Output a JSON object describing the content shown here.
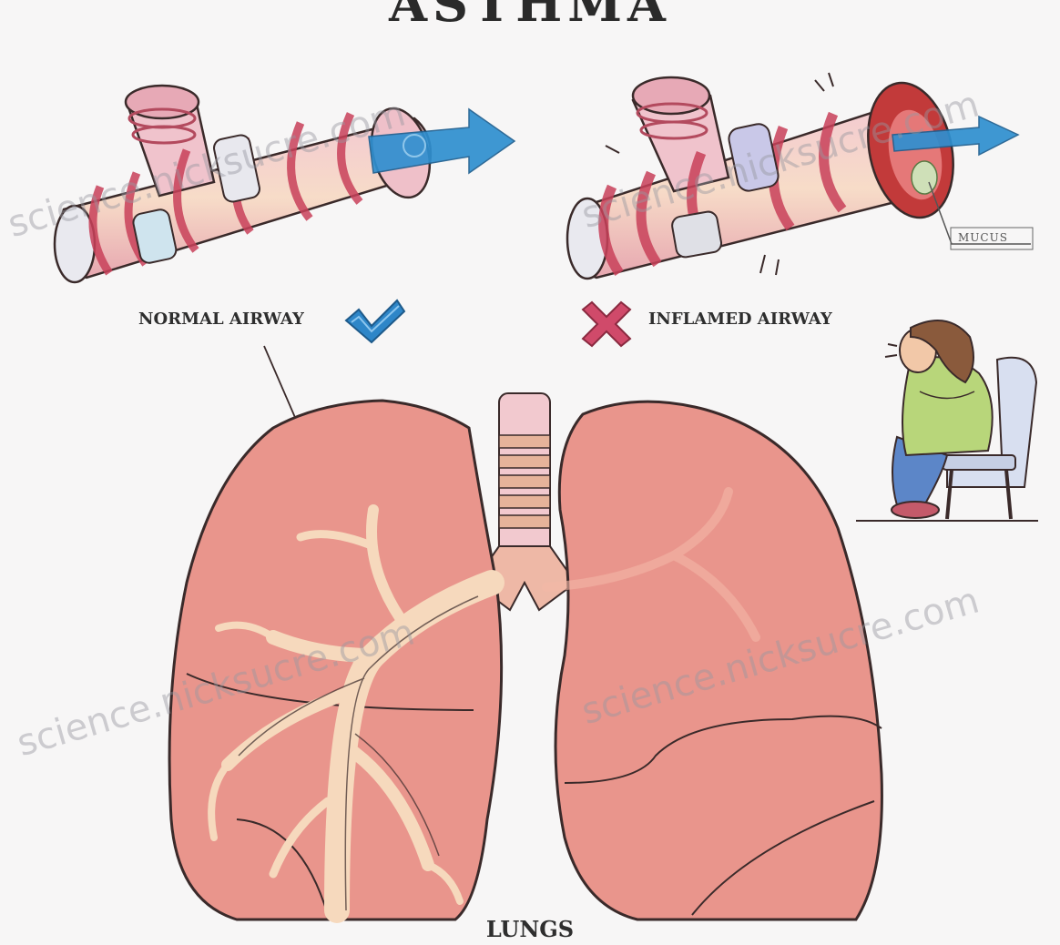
{
  "title": "ASTHMA",
  "labels": {
    "normal_airway": "NORMAL AIRWAY",
    "inflamed_airway": "INFLAMED AIRWAY",
    "mucus": "MUCUS",
    "lungs": "LUNGS"
  },
  "watermark": "science.nicksucre.com",
  "colors": {
    "lung_fill": "#e9958c",
    "lung_stroke": "#3a2a2a",
    "bronchi": "#f6d9bd",
    "airflow_arrow": "#2f8fd0",
    "check": "#2e86c8",
    "cross": "#d04a6a",
    "airway_pink": "#e9b3c0",
    "airway_red": "#c9415a"
  },
  "icons": [
    "check-icon",
    "cross-icon",
    "airflow-arrow-icon"
  ]
}
